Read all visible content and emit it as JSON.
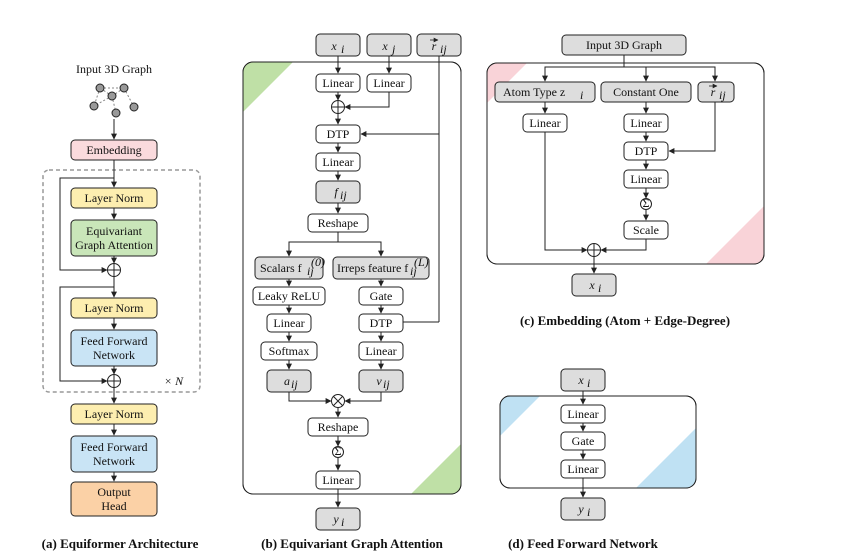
{
  "panel_a": {
    "input_label": "Input 3D Graph",
    "embedding": "Embedding",
    "layer_norm": "Layer Norm",
    "eq_attn_line1": "Equivariant",
    "eq_attn_line2": "Graph Attention",
    "ffn_line1": "Feed Forward",
    "ffn_line2": "Network",
    "times_n": "× N",
    "output_line1": "Output",
    "output_line2": "Head",
    "caption": "(a) Equiformer Architecture",
    "colors": {
      "embedding": "#fadadd",
      "norm": "#fdeeb0",
      "attention": "#c9e6b9",
      "ffn": "#c9e4f5",
      "output": "#fbd1a6"
    }
  },
  "panel_b": {
    "xi": "x",
    "xi_sub": "i",
    "xj": "x",
    "xj_sub": "j",
    "rij": "r",
    "rij_sub": "ij",
    "linear": "Linear",
    "dtp": "DTP",
    "fij": "f",
    "fij_sub": "ij",
    "reshape": "Reshape",
    "scalars": "Scalars f",
    "scalars_sub": "ij",
    "scalars_sup": "(0)",
    "irreps": "Irreps feature f",
    "irreps_sub": "ij",
    "irreps_sup": "(L)",
    "leaky": "Leaky ReLU",
    "gate": "Gate",
    "softmax": "Softmax",
    "aij": "a",
    "aij_sub": "ij",
    "vij": "v",
    "vij_sub": "ij",
    "sigma": "Σ",
    "yi": "y",
    "yi_sub": "i",
    "caption": "(b) Equivariant Graph Attention",
    "accent": "#bfe0a6"
  },
  "panel_c": {
    "input": "Input 3D Graph",
    "atom_type": "Atom Type z",
    "atom_sub": "i",
    "constant_one": "Constant One",
    "rij": "r",
    "rij_sub": "ij",
    "linear": "Linear",
    "dtp": "DTP",
    "sigma": "Σ",
    "scale": "Scale",
    "xi": "x",
    "xi_sub": "i",
    "caption": "(c) Embedding (Atom + Edge-Degree)",
    "accent": "#f9d3d8"
  },
  "panel_d": {
    "xi": "x",
    "xi_sub": "i",
    "linear": "Linear",
    "gate": "Gate",
    "yi": "y",
    "yi_sub": "i",
    "caption": "(d) Feed Forward Network",
    "accent": "#bfe1f3"
  }
}
